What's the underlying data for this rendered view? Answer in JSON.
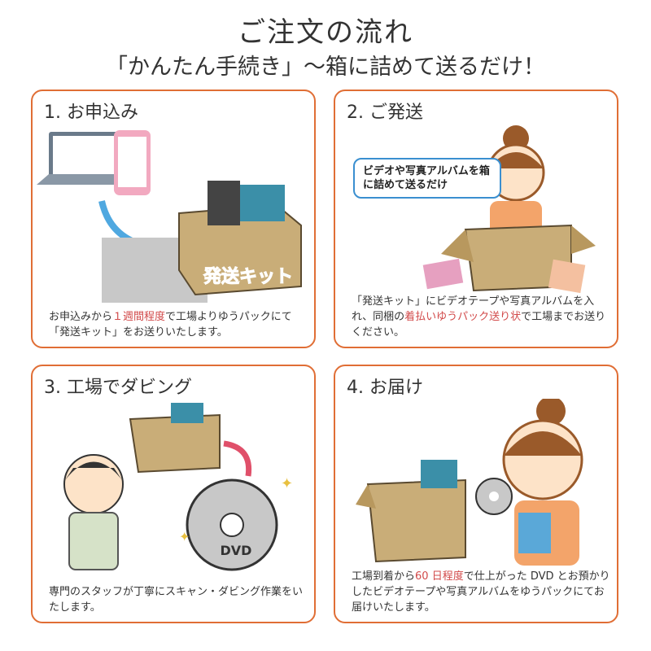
{
  "header": {
    "title": "ご注文の流れ",
    "subtitle": "「かんたん手続き」～箱に詰めて送るだけ！"
  },
  "colors": {
    "border": "#e06e35",
    "accent": "#d24a4a",
    "bubble": "#3a8fd0"
  },
  "steps": [
    {
      "title": "1. お申込み",
      "kit_label": "発送キット",
      "desc_pre": "お申込みから",
      "desc_red": "１週間程度",
      "desc_post": "で工場よりゆうパックにて「発送キット」をお送りいたします。"
    },
    {
      "title": "2. ご発送",
      "bubble": "ビデオや写真アルバムを箱に詰めて送るだけ",
      "desc_pre": "「発送キット」にビデオテープや写真アルバムを入れ、同梱の",
      "desc_red": "着払いゆうパック送り状",
      "desc_post": "で工場までお送りください。"
    },
    {
      "title": "3. 工場でダビング",
      "disc_label": "DVD",
      "desc_pre": "専門のスタッフが丁寧にスキャン・ダビング作業をいたします。",
      "desc_red": "",
      "desc_post": ""
    },
    {
      "title": "4. お届け",
      "desc_pre": "工場到着から",
      "desc_red": "60 日程度",
      "desc_post": "で仕上がった DVD とお預かりしたビデオテープや写真アルバムをゆうパックにてお届けいたします。"
    }
  ]
}
